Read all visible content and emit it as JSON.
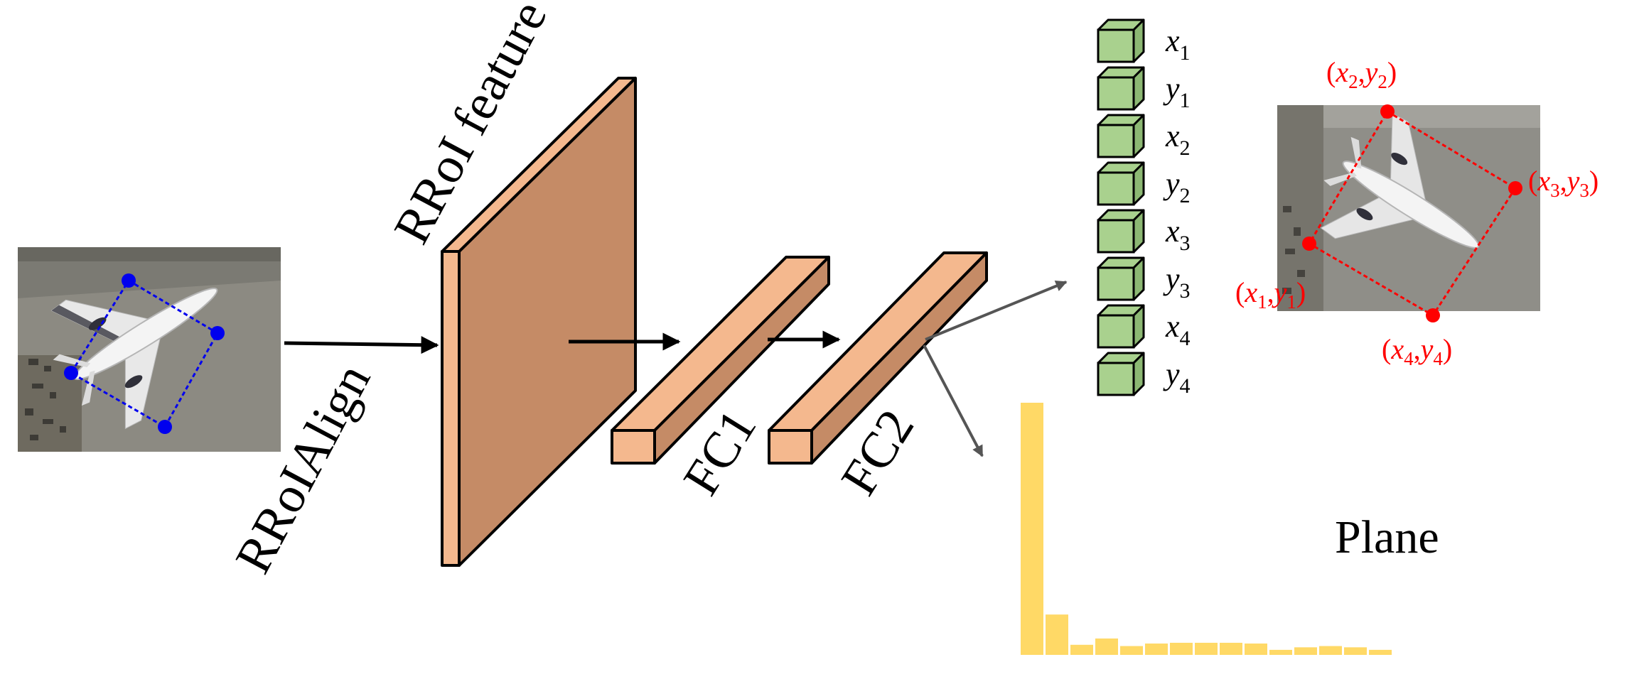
{
  "labels": {
    "rroi_feature": "RRoI feature",
    "rroialign": "RRoIAlign",
    "fc1": "FC1",
    "fc2": "FC2",
    "class_name": "Plane"
  },
  "output_vector": {
    "cells": [
      {
        "letter": "x",
        "sub": "1"
      },
      {
        "letter": "y",
        "sub": "1"
      },
      {
        "letter": "x",
        "sub": "2"
      },
      {
        "letter": "y",
        "sub": "2"
      },
      {
        "letter": "x",
        "sub": "3"
      },
      {
        "letter": "y",
        "sub": "3"
      },
      {
        "letter": "x",
        "sub": "4"
      },
      {
        "letter": "y",
        "sub": "4"
      }
    ]
  },
  "corner_labels": {
    "p1": {
      "a": "x",
      "as": "1",
      "b": "y",
      "bs": "1"
    },
    "p2": {
      "a": "x",
      "as": "2",
      "b": "y",
      "bs": "2"
    },
    "p3": {
      "a": "x",
      "as": "3",
      "b": "y",
      "bs": "3"
    },
    "p4": {
      "a": "x",
      "as": "4",
      "b": "y",
      "bs": "4"
    }
  },
  "class_histogram": {
    "values": [
      100,
      16,
      4,
      6.5,
      3.5,
      4.5,
      4.8,
      4.8,
      4.8,
      4.5,
      2,
      3,
      3.5,
      3,
      2
    ]
  },
  "colors": {
    "feature_front": "#F4B88E",
    "feature_side": "#C58B66",
    "vector_cell": "#A9D18E",
    "histogram_bar": "#FFD966",
    "input_box": "#0000EE",
    "output_box": "#FF0000",
    "arrow": "#000000",
    "thin_arrow": "#595959"
  }
}
